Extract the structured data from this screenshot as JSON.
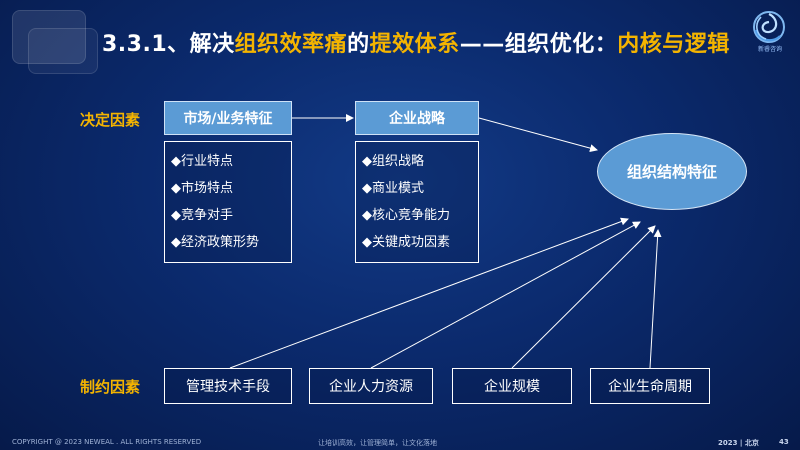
{
  "title": {
    "part1": "3.3.1、解决",
    "part2": "组织效率痛",
    "part3": "的",
    "part4": "提效体系",
    "part5": "——组织优化：",
    "part6": "内核与逻辑"
  },
  "logo": {
    "text": "新睿咨询"
  },
  "decide": {
    "label": "决定因素",
    "market": {
      "header": "市场/业务特征",
      "items": [
        "◆行业特点",
        "◆市场特点",
        "◆竞争对手",
        "◆经济政策形势"
      ]
    },
    "strategy": {
      "header": "企业战略",
      "items": [
        "◆组织战略",
        "◆商业模式",
        "◆核心竞争能力",
        "◆关键成功因素"
      ]
    }
  },
  "center": {
    "label": "组织结构特征"
  },
  "constrain": {
    "label": "制约因素",
    "boxes": [
      "管理技术手段",
      "企业人力资源",
      "企业规模",
      "企业生命周期"
    ]
  },
  "footer": {
    "copyright": "COPYRIGHT @ 2023  NEWEAL  . ALL  RIGHTS RESERVED",
    "slogan": "让培训高效，让管理简单，让文化落地",
    "year": "2023 | 北京",
    "page": "43"
  },
  "colors": {
    "accent_yellow": "#f4b400",
    "box_blue": "#5b9bd5",
    "background": "#0b2a6d"
  }
}
